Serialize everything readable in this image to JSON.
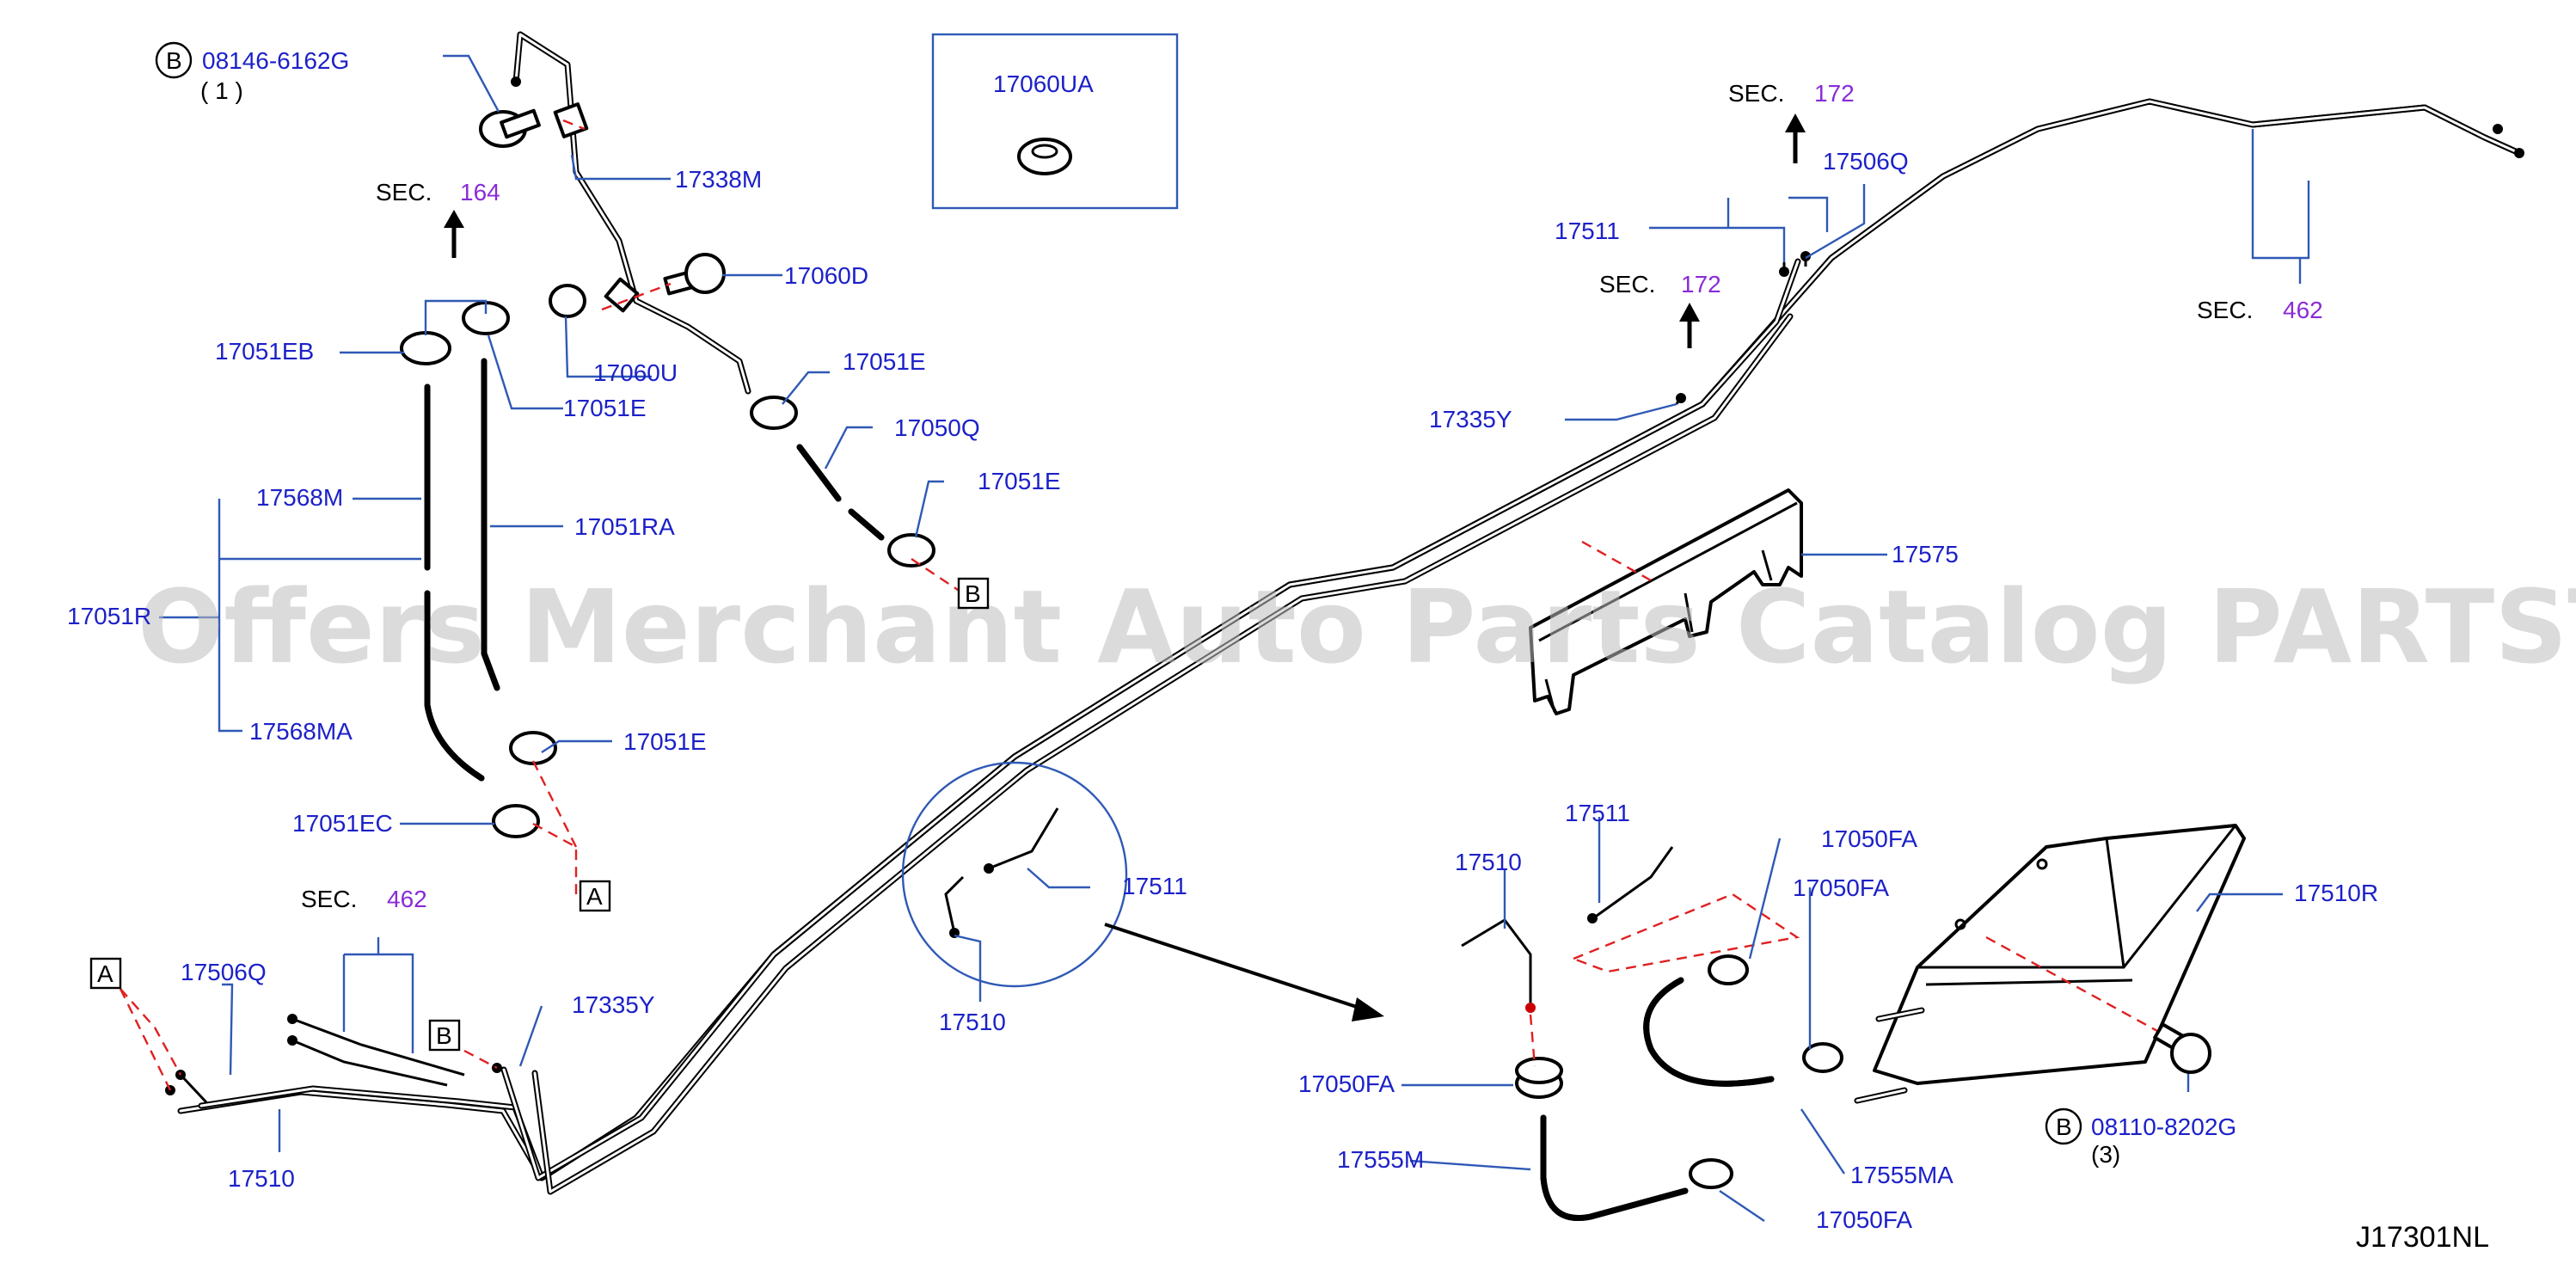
{
  "diagram_code": "J17301NL",
  "watermark": "Offers Merchant Auto Parts Catalog PARTSTORE.SA",
  "colors": {
    "label": "#1c21c8",
    "section_number": "#8a2bd6",
    "leader": "#2f59b5",
    "reference_dash": "#e02020",
    "watermark": "#bdbdbd"
  },
  "sections": {
    "sec164": {
      "prefix": "SEC.",
      "number": "164"
    },
    "sec172_top": {
      "prefix": "SEC.",
      "number": "172"
    },
    "sec172_mid": {
      "prefix": "SEC.",
      "number": "172"
    },
    "sec462_right": {
      "prefix": "SEC.",
      "number": "462"
    },
    "sec462_left": {
      "prefix": "SEC.",
      "number": "462"
    }
  },
  "callouts": {
    "A": "A",
    "B": "B"
  },
  "bolts": {
    "top": {
      "callout": "B",
      "part": "08146-6162G",
      "qty": "( 1 )"
    },
    "bottom": {
      "callout": "B",
      "part": "08110-8202G",
      "qty": "(3)"
    }
  },
  "labels": {
    "p17060UA": "17060UA",
    "p17338M": "17338M",
    "p17060D": "17060D",
    "p17060U": "17060U",
    "p17051E_a": "17051E",
    "p17051E_b": "17051E",
    "p17051E_c": "17051E",
    "p17051E_d": "17051E",
    "p17050Q": "17050Q",
    "p17051EB": "17051EB",
    "p17051RA": "17051RA",
    "p17568M": "17568M",
    "p17051R": "17051R",
    "p17568MA": "17568MA",
    "p17051EC": "17051EC",
    "p17506Q_top": "17506Q",
    "p17511_top": "17511",
    "p17335Y_top": "17335Y",
    "p17575": "17575",
    "p17511_mid": "17511",
    "p17510_mid": "17510",
    "p17506Q_left": "17506Q",
    "p17335Y_left": "17335Y",
    "p17510_left": "17510",
    "p17511_det": "17511",
    "p17510_det": "17510",
    "p17050FA_a": "17050FA",
    "p17050FA_b": "17050FA",
    "p17050FA_c": "17050FA",
    "p17050FA_d": "17050FA",
    "p17510R": "17510R",
    "p17555M": "17555M",
    "p17555MA": "17555MA"
  }
}
